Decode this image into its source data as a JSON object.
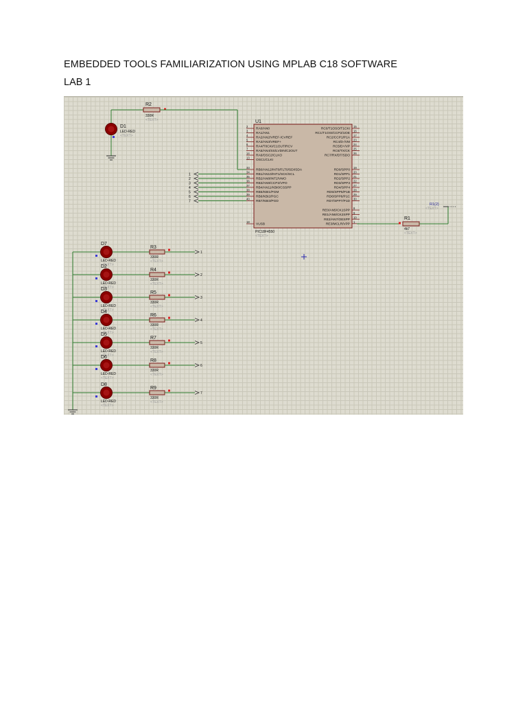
{
  "document": {
    "title": "EMBEDDED TOOLS FAMILIARIZATION USING MPLAB C18 SOFTWARE",
    "subtitle": "LAB 1"
  },
  "schematic": {
    "colors": {
      "wire": "#2e7d2e",
      "body": "#c9b8a7",
      "led": "#8b0000",
      "text": "#111111",
      "ghost": "#9a9a9a",
      "pin": "#b22222"
    },
    "d1": {
      "ref": "D1",
      "part": "LED-RED",
      "text": "<TEXT>"
    },
    "r2": {
      "ref": "R2",
      "value": "330R",
      "text": "<TEXT>"
    },
    "r1": {
      "ref": "R1",
      "value": "4k7",
      "text": "<TEXT>",
      "probe": "R1(2)",
      "probe_text": "<TEXT>"
    },
    "u1": {
      "ref": "U1",
      "part": "PIC18F4550",
      "text": "<TEXT>",
      "left_pins": [
        {
          "num": "2",
          "name": "RA0/AN0"
        },
        {
          "num": "3",
          "name": "RA1/AN1"
        },
        {
          "num": "4",
          "name": "RA2/AN2/VREF-/CVREF"
        },
        {
          "num": "5",
          "name": "RA3/AN3/VREF+"
        },
        {
          "num": "6",
          "name": "RA4/T0CKI/C1OUT/RCV"
        },
        {
          "num": "7",
          "name": "RA5/AN4/SS/LVDIN/C2OUT"
        },
        {
          "num": "14",
          "name": "RA6/OSC2/CLKO"
        },
        {
          "num": "13",
          "name": "OSC1/CLKI"
        },
        {
          "num": "33",
          "name": "RB0/AN12/INT0/FLT0/SDI/SDA"
        },
        {
          "num": "34",
          "name": "RB1/AN10/INT1/SCK/SCL"
        },
        {
          "num": "35",
          "name": "RB2/AN8/INT2/VMO"
        },
        {
          "num": "36",
          "name": "RB3/AN9/CCP2/VPO"
        },
        {
          "num": "37",
          "name": "RB4/AN11/KBI0/CSSPP"
        },
        {
          "num": "38",
          "name": "RB5/KBI1/PGM"
        },
        {
          "num": "39",
          "name": "RB6/KBI2/PGC"
        },
        {
          "num": "40",
          "name": "RB7/KBI3/PGD"
        },
        {
          "num": "18",
          "name": "VUSB"
        }
      ],
      "right_pins": [
        {
          "num": "15",
          "name": "RC0/T1OSO/T1CKI"
        },
        {
          "num": "16",
          "name": "RC1/T1OSI/CCP2/UOE"
        },
        {
          "num": "17",
          "name": "RC2/CCP1/P1A"
        },
        {
          "num": "23",
          "name": "RC4/D-/VM"
        },
        {
          "num": "24",
          "name": "RC5/D+/VP"
        },
        {
          "num": "25",
          "name": "RC6/TX/CK"
        },
        {
          "num": "26",
          "name": "RC7/RX/DT/SDO"
        },
        {
          "num": "19",
          "name": "RD0/SPP0"
        },
        {
          "num": "20",
          "name": "RD1/SPP1"
        },
        {
          "num": "21",
          "name": "RD2/SPP2"
        },
        {
          "num": "22",
          "name": "RD3/SPP3"
        },
        {
          "num": "27",
          "name": "RD4/SPP4"
        },
        {
          "num": "28",
          "name": "RD5/SPP5/P1B"
        },
        {
          "num": "29",
          "name": "RD6/SPP6/P1C"
        },
        {
          "num": "30",
          "name": "RD7/SPP7/P1D"
        },
        {
          "num": "8",
          "name": "RE0/AN5/CK1SPP"
        },
        {
          "num": "9",
          "name": "RE1/AN6/CK2SPP"
        },
        {
          "num": "10",
          "name": "RE2/AN7/OESPP"
        },
        {
          "num": "1",
          "name": "RE3/MCLR/VPP"
        }
      ],
      "port_labels": [
        "1",
        "2",
        "3",
        "4",
        "5",
        "6",
        "7"
      ]
    },
    "led_rows": [
      {
        "led": "D7",
        "part": "LED-RED",
        "text": "<TEXT>",
        "res": "R3",
        "value": "330R",
        "rtext": "<TEXT>",
        "term": "1"
      },
      {
        "led": "D2",
        "part": "LED-RED",
        "text": "<TEXT>",
        "res": "R4",
        "value": "330R",
        "rtext": "<TEXT>",
        "term": "2"
      },
      {
        "led": "D3",
        "part": "LED-RED",
        "text": "<TEXT>",
        "res": "R5",
        "value": "330R",
        "rtext": "<TEXT>",
        "term": "3"
      },
      {
        "led": "D4",
        "part": "LED-RED",
        "text": "<TEXT>",
        "res": "R6",
        "value": "330R",
        "rtext": "<TEXT>",
        "term": "4"
      },
      {
        "led": "D5",
        "part": "LED-RED",
        "text": "<TEXT>",
        "res": "R7",
        "value": "330R",
        "rtext": "<TEXT>",
        "term": "5"
      },
      {
        "led": "D6",
        "part": "LED-RED",
        "text": "<TEXT>",
        "res": "R8",
        "value": "330R",
        "rtext": "<TEXT>",
        "term": "6"
      },
      {
        "led": "D8",
        "part": "LED-RED",
        "text": "<TEXT>",
        "res": "R9",
        "value": "330R",
        "rtext": "<TEXT>",
        "term": "7"
      }
    ]
  }
}
